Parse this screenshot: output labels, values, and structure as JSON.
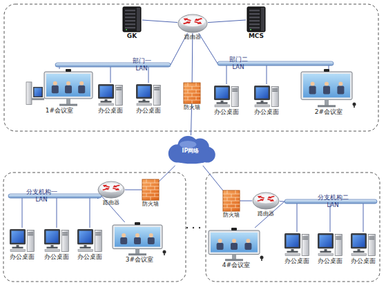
{
  "diagram": {
    "nodes": [
      {
        "text": [
          "GK"
        ]
      },
      {
        "text": [
          "路由器"
        ]
      },
      {
        "text": [
          "MCS"
        ]
      },
      {
        "text": [
          "部门一 LAN"
        ]
      },
      {
        "text": [
          "部门二 LAN"
        ]
      },
      {
        "text": [
          "1#会议室"
        ]
      },
      {
        "text": [
          "办公桌面"
        ]
      },
      {
        "text": [
          "办公桌面"
        ]
      },
      {
        "text": [
          "防火墙"
        ]
      },
      {
        "text": [
          "办公桌面"
        ]
      },
      {
        "text": [
          "办公桌面"
        ]
      },
      {
        "text": [
          "2#会议室"
        ]
      },
      {
        "text": [
          "IP网络"
        ]
      },
      {
        "text": [
          "分支机构一 LAN"
        ]
      },
      {
        "text": [
          "路由器"
        ]
      },
      {
        "text": [
          "防火墙"
        ]
      },
      {
        "text": [
          "防火墙"
        ]
      },
      {
        "text": [
          "路由器"
        ]
      },
      {
        "text": [
          "分支机构二 LAN"
        ]
      },
      {
        "text": [
          "办公桌面"
        ]
      },
      {
        "text": [
          "办公桌面"
        ]
      },
      {
        "text": [
          "办公桌面"
        ]
      },
      {
        "text": [
          "3#会议室"
        ]
      },
      {
        "text": [
          "4#会议室"
        ]
      },
      {
        "text": [
          "办公桌面"
        ]
      },
      {
        "text": [
          "办公桌面"
        ]
      },
      {
        "text": [
          "办公桌面"
        ]
      }
    ],
    "edges": [
      {
        "from": 0,
        "to": 1,
        "arrow": "none"
      },
      {
        "from": 1,
        "to": 2,
        "arrow": "none"
      },
      {
        "from": 1,
        "to": 3,
        "arrow": "none"
      },
      {
        "from": 1,
        "to": 4,
        "arrow": "none"
      },
      {
        "from": 3,
        "to": 5,
        "arrow": "none"
      },
      {
        "from": 3,
        "to": 6,
        "arrow": "none"
      },
      {
        "from": 3,
        "to": 7,
        "arrow": "none"
      },
      {
        "from": 4,
        "to": 9,
        "arrow": "none"
      },
      {
        "from": 4,
        "to": 10,
        "arrow": "none"
      },
      {
        "from": 4,
        "to": 11,
        "arrow": "none"
      },
      {
        "from": 1,
        "to": 8,
        "arrow": "none"
      },
      {
        "from": 8,
        "to": 12,
        "arrow": "none"
      },
      {
        "from": 12,
        "to": 15,
        "arrow": "none"
      },
      {
        "from": 15,
        "to": 14,
        "arrow": "none"
      },
      {
        "from": 14,
        "to": 13,
        "arrow": "none"
      },
      {
        "from": 13,
        "to": 19,
        "arrow": "none"
      },
      {
        "from": 13,
        "to": 20,
        "arrow": "none"
      },
      {
        "from": 13,
        "to": 21,
        "arrow": "none"
      },
      {
        "from": 13,
        "to": 22,
        "arrow": "none"
      },
      {
        "from": 12,
        "to": 16,
        "arrow": "none"
      },
      {
        "from": 16,
        "to": 17,
        "arrow": "none"
      },
      {
        "from": 17,
        "to": 18,
        "arrow": "none"
      },
      {
        "from": 18,
        "to": 23,
        "arrow": "none"
      },
      {
        "from": 18,
        "to": 24,
        "arrow": "none"
      },
      {
        "from": 18,
        "to": 25,
        "arrow": "none"
      },
      {
        "from": 18,
        "to": 26,
        "arrow": "none"
      }
    ]
  }
}
